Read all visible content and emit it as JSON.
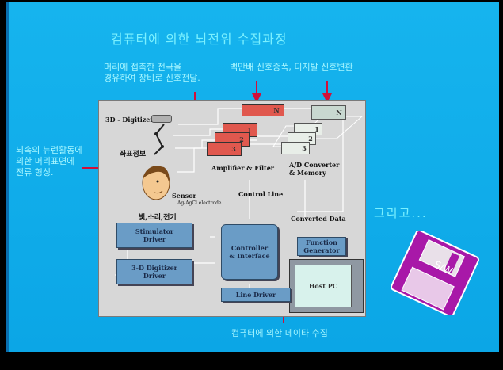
{
  "title": "컴퓨터에 의한 뇌전위 수집과정",
  "notes": {
    "electrode": [
      "머리에 접촉한 전극을",
      "경유하여 장비로 신호전달."
    ],
    "amplify": "백만배 신호증폭, 디지탈 신호변환",
    "neuron": [
      "뇌속의 뉴런활동에",
      "의한 머리표면에",
      "전류 형성."
    ],
    "collect": "컴퓨터에 의한 데이타 수집"
  },
  "geuligo": "그리고...",
  "diagram": {
    "digitizer_3d": "3D - Digitizer",
    "coord_info": "좌표정보",
    "sensor": "Sensor",
    "sensor_sub": "Ag-AgCl electrode",
    "stimulus": "빛,소리,전기",
    "amplifier": "Amplifier & Filter",
    "ad_converter": [
      "A/D Converter",
      "& Memory"
    ],
    "control_line": "Control Line",
    "converted_data": "Converted Data",
    "stimulator": [
      "Stimulator",
      "Driver"
    ],
    "digitizer_driver": [
      "3-D Digitizer",
      "Driver"
    ],
    "controller": [
      "Controller",
      "& Interface"
    ],
    "function_gen": [
      "Function",
      "Generator"
    ],
    "host_pc": "Host PC",
    "line_driver": "Line Driver",
    "ch_n": "N",
    "ch_1": "1",
    "ch_2": "2",
    "ch_3": "3"
  },
  "floppy_label": "S/W"
}
